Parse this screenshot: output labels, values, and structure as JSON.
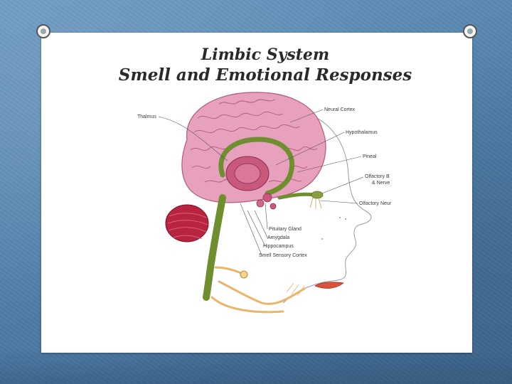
{
  "slide": {
    "title_line1": "Limbic System",
    "title_line2": "Smell and Emotional Responses"
  },
  "labels": {
    "thalamus": "Thalmus",
    "neural_cortex": "Neural Cortex",
    "hypothalamus": "Hypothalamus",
    "pineal": "Pineal",
    "olfactory_bulb_line1": "Olfactory B",
    "olfactory_bulb_line2": "& Nerve",
    "olfactory_neurons": "Olfactory Neur",
    "pituitary_gland": "Pituitary Gland",
    "amygdala": "Amygdala",
    "hippocampus": "Hippocampus",
    "smell_sensory_cortex": "Smell Sensory Cortex"
  },
  "colors": {
    "background": "#5b89b3",
    "brain_pink": "#e7a1bd",
    "cerebellum_red": "#b8243f",
    "limbic_green": "#6f8f2f",
    "nerve_orange": "#e9b56a"
  }
}
